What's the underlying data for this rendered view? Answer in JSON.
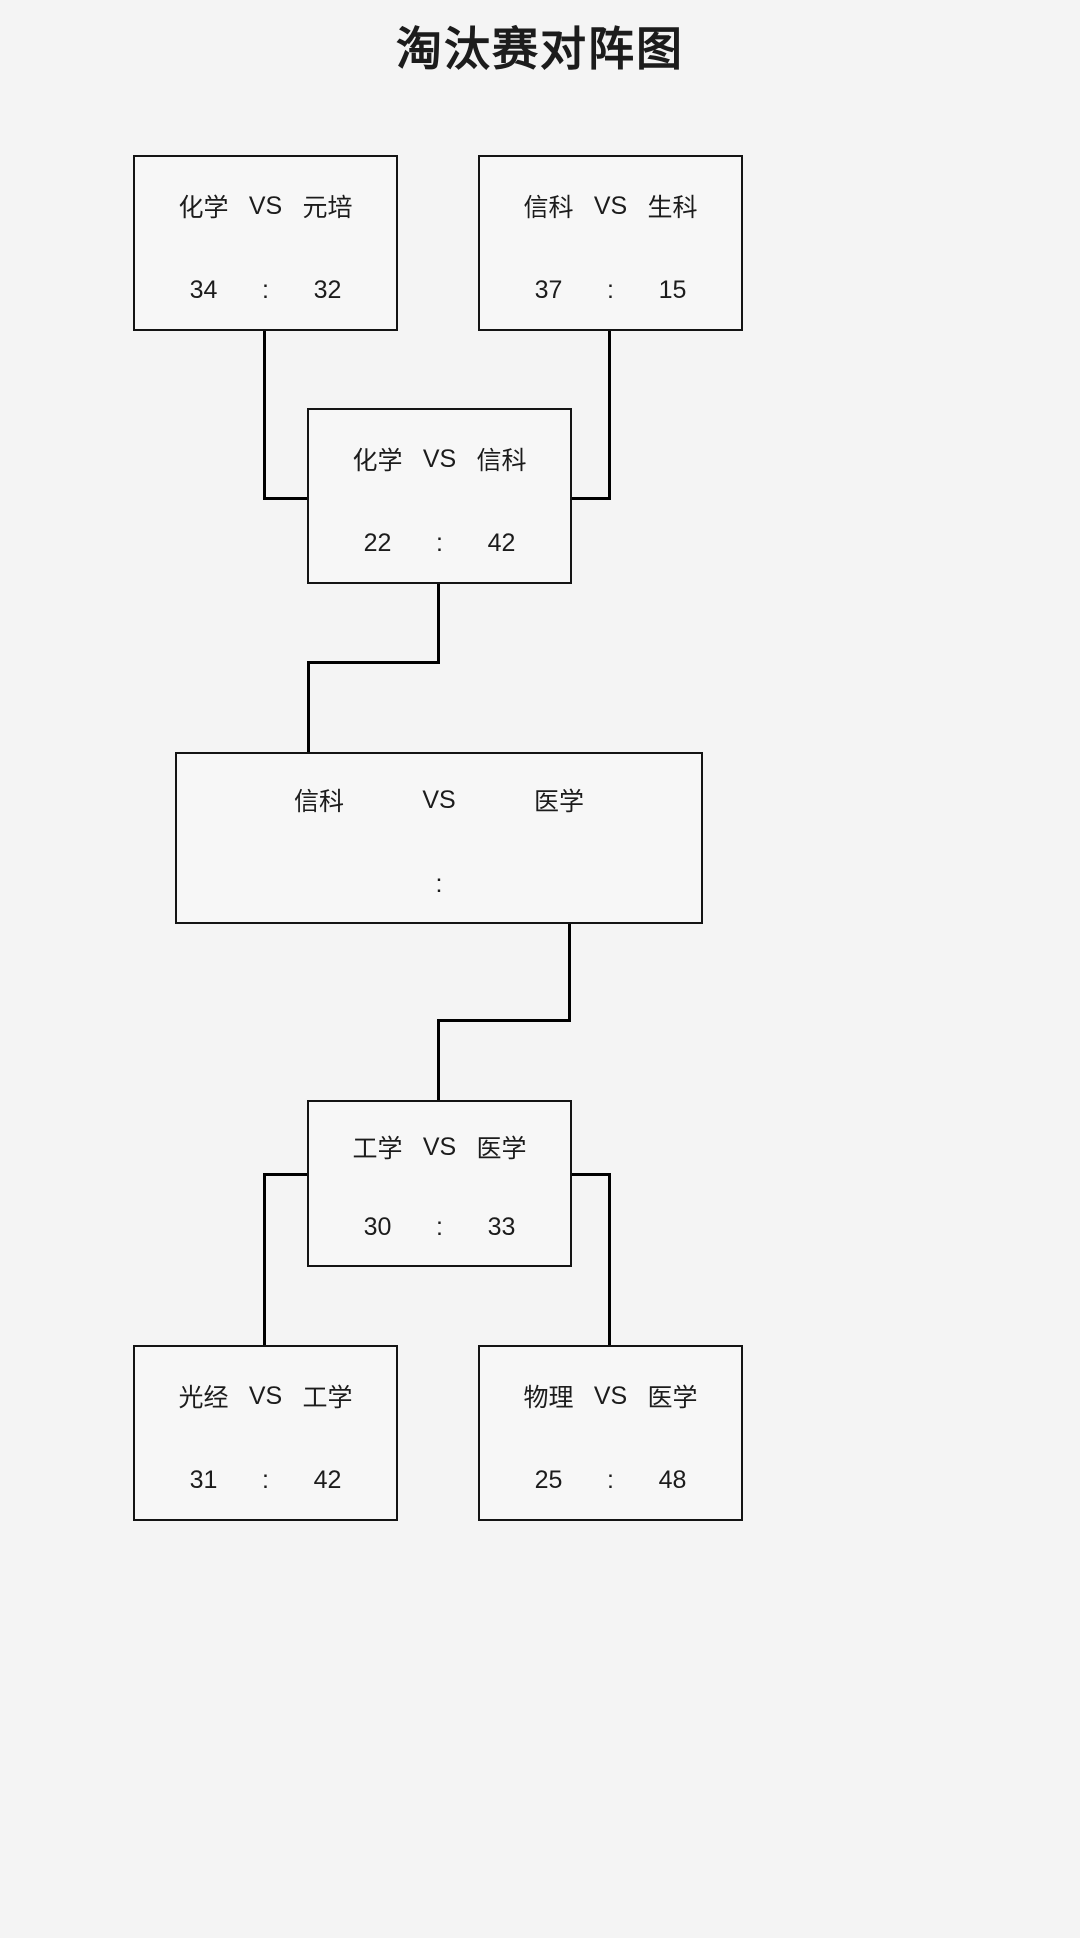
{
  "page": {
    "title": "淘汰赛对阵图",
    "background_color": "#f4f4f4",
    "box_fill_color": "#f7f7f7",
    "line_color": "#141414",
    "text_color": "#1c1c1c"
  },
  "labels": {
    "vs": "VS",
    "colon": ":"
  },
  "bracket": {
    "matches": [
      {
        "id": "qf-upper-left",
        "round": "quarterfinal",
        "left_team": "化学",
        "right_team": "元培",
        "left_score": "34",
        "right_score": "32",
        "winner": "化学"
      },
      {
        "id": "qf-upper-right",
        "round": "quarterfinal",
        "left_team": "信科",
        "right_team": "生科",
        "left_score": "37",
        "right_score": "15",
        "winner": "信科"
      },
      {
        "id": "sf-upper",
        "round": "semifinal",
        "left_team": "化学",
        "right_team": "信科",
        "left_score": "22",
        "right_score": "42",
        "winner": "信科"
      },
      {
        "id": "final",
        "round": "final",
        "left_team": "信科",
        "right_team": "医学",
        "left_score": "",
        "right_score": "",
        "winner": ""
      },
      {
        "id": "sf-lower",
        "round": "semifinal",
        "left_team": "工学",
        "right_team": "医学",
        "left_score": "30",
        "right_score": "33",
        "winner": "医学"
      },
      {
        "id": "qf-lower-left",
        "round": "quarterfinal",
        "left_team": "光经",
        "right_team": "工学",
        "left_score": "31",
        "right_score": "42",
        "winner": "工学"
      },
      {
        "id": "qf-lower-right",
        "round": "quarterfinal",
        "left_team": "物理",
        "right_team": "医学",
        "left_score": "25",
        "right_score": "48",
        "winner": "医学"
      }
    ]
  }
}
